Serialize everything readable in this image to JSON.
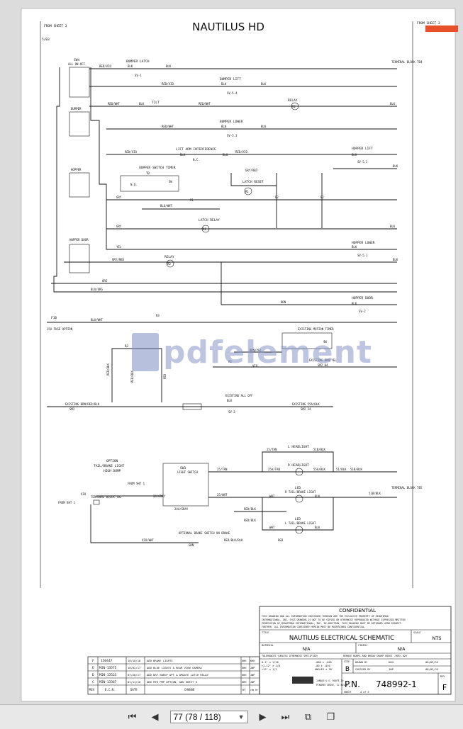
{
  "document": {
    "title": "NAUTILUS HD",
    "from_sheet_left": "FROM SHEET 3",
    "from_sheet_right": "FROM SHEET 3",
    "sheet_ref": "5/B3"
  },
  "labels": {
    "sw4": "SW4",
    "all_on_off": "ALL ON-OFF",
    "bumper": "BUMPER",
    "hopper": "HOPPER",
    "hopper_door": "HOPPER DOOR",
    "bumper_latch": "BUMPER LATCH",
    "sv1": "SV-1",
    "terminal_block_tb4": "TERMINAL BLOCK TB4",
    "bumper_lift": "BUMPER LIFT",
    "sv54": "SV-5.4",
    "tilt": "TILT",
    "relay": "RELAY",
    "r2": "R2",
    "bumper_lower": "BUMPER LOWER",
    "sv53": "SV-5.3",
    "lift_arm_interference": "LIFT ARM INTERFERENCE",
    "nc": "N.C.",
    "hopper_lift": "HOPPER LIFT",
    "sv52": "SV-5.2",
    "hopper_switch_timer": "HOPPER SWITCH TIMER",
    "tb": "TB",
    "no": "N.O.",
    "sw": "SW",
    "latch_reset": "LATCH RESET",
    "r1": "R1",
    "latch_relay": "LATCH RELAY",
    "hopper_lower": "HOPPER LOWER",
    "sv51": "SV-5.1",
    "hopper_door_valve": "HOPPER DOOR",
    "sv2": "SV-2",
    "fuse": "F10",
    "fuse_option": "15A FUSE OPTION",
    "r3": "R3",
    "existing_motion_timer": "EXISTING MOTION TIMER",
    "existing_brn_yel": "EXISTING BRN/YEL",
    "sm2_h4": "SM2 H4",
    "existing_brn_red_blk": "EXISTING BRN/RED/BLK",
    "sm2": "SM2",
    "existing_all_off": "EXISTING ALL OFF",
    "existing_55a_blk": "EXISTING 55A/BLK",
    "sm2_j4": "SM2 J4",
    "option_tail_brake": "OPTION",
    "tail_brake_light": "TAIL/BRAKE LIGHT",
    "high_dump": "HIGH DUMP",
    "from_sht1_a": "FROM SHT 1",
    "from_sht1_b": "FROM SHT 1",
    "terminal_block_tb2": "TERMINAL BLOCK TB2",
    "sw3": "SW3",
    "light_switch": "LIGHT SWITCH",
    "l_headlight": "L HEADLIGHT",
    "r_headlight": "R HEADLIGHT",
    "led_r": "LED",
    "r_tail_brake": "R TAIL/BRAKE LIGHT",
    "led_l": "LED",
    "l_tail_brake": "L TAIL/BRAKE LIGHT",
    "optional_brake_switch": "OPTIONAL BRAKE SWITCH ON BRAKE",
    "terminal_block_tb5": "TERMINAL BLOCK TB5"
  },
  "wires": {
    "red_vio": "RED/VIO",
    "blk": "BLK",
    "red_wht": "RED/WHT",
    "gry_red": "GRY/RED",
    "gry": "GRY",
    "blu_wht": "BLU/WHT",
    "yel": "YEL",
    "org": "ORG",
    "blu_org": "BLU/ORG",
    "brn": "BRN",
    "vio": "VIO",
    "brn_yel": "BRN/YEL",
    "red_blk": "RED/BLK",
    "red": "RED",
    "tan_25": "25/TAN",
    "tan_25a": "25A/TAN",
    "blk_55a": "55A/BLK",
    "blk_51": "51/BLK",
    "blk_51b": "51B/BLK",
    "wht_25": "25/WHT",
    "wht": "WHT",
    "gray_24": "24/GRAY",
    "gray_24a": "24A/GRAY",
    "vio_wht": "VIO/WHT",
    "grn": "GRN",
    "red_blk_blk": "RED/BLK/BLK"
  },
  "titleblock": {
    "confidential": "CONFIDENTIAL",
    "confidential_text": [
      "THIS DRAWING AND ALL INFORMATION CONTAINED THEREON ARE THE EXCLUSIVE PROPERTY OF MINUTEMAN",
      "INTERNATIONAL, INC. THIS DRAWING IS NOT TO BE COPIED OR OTHERWISE REPRODUCED WITHOUT EXPRESSED WRITTEN",
      "PERMISSION OF MINUTEMAN INTERNATIONAL, INC. IN ADDITION, THIS DRAWING MUST BE RETURNED UPON REQUEST.",
      "FURTHER, ALL INFORMATION CONTAINED HEREIN MUST BE MAINTAINED CONFIDENTIAL."
    ],
    "title_label": "TITLE",
    "title": "NAUTILUS ELECTRICAL SCHEMATIC",
    "scale_label": "SCALE",
    "scale": "NTS",
    "material_label": "MATERIAL",
    "material": "N/A",
    "finish_label": "FINISH",
    "finish": "N/A",
    "tolerances": "TOLERANCES (UNLESS OTHERWISE SPECIFIED)",
    "remove_burrs": "REMOVE BURRS AND BREAK SHARP EDGES .005/.020",
    "tol_rows": [
      "0-1\"   ± 1/16",
      ">1-12\"  ± 1/8",
      ">12\"   ± 1/2"
    ],
    "tol_dec": [
      ".000 ± .005",
      ".00 ± .010",
      "ANGLES ± 30'"
    ],
    "size_label": "SIZE",
    "size": "B",
    "drawn_by_label": "DRAWN BY",
    "drawn_by": "KHH",
    "drawn_date": "08/03/15",
    "checked_by_label": "CHECKED BY",
    "checked_by": "JWP",
    "checked_date": "08/03/15",
    "pn_label": "P.N.",
    "pn": "748992-1",
    "rev_label": "REV",
    "rev": "F",
    "sheet_label": "SHEET",
    "sheet": "4 of 5",
    "company_addr": [
      "14N845 U.S. ROUTE 20",
      "PINGREE GROVE, IL 60140"
    ],
    "revisions": [
      {
        "rev": "F",
        "ecn": "150447",
        "date": "10/18/18",
        "change": "ADD BRAKE LIGHTS",
        "by": "KHH",
        "chk": "KHH"
      },
      {
        "rev": "E",
        "ecn": "MIN-13575",
        "date": "10/02/17",
        "change": "ADD BLUE LIGHTS & REAR VIEW CAMERA",
        "by": "KHH",
        "chk": "JWP"
      },
      {
        "rev": "D",
        "ecn": "MIN-13523",
        "date": "07/28/17",
        "change": "ADD DRY SWEEP OPT & UPDATE LATCH RELAY",
        "by": "KHH",
        "chk": "JWP"
      },
      {
        "rev": "C",
        "ecn": "MIN-13367",
        "date": "01/11/16",
        "change": "ADD MTR PMP OPTION, ADD SHEET 5",
        "by": "KHH",
        "chk": "JWP"
      }
    ],
    "rev_header": {
      "rev": "REV",
      "ecn": "E.C.N.",
      "date": "DATE",
      "change": "CHANGE",
      "by": "BY",
      "chk": "CHK BY"
    }
  },
  "toolbar": {
    "page_display": "77 (78 / 118)"
  },
  "watermark": "pdfelement"
}
